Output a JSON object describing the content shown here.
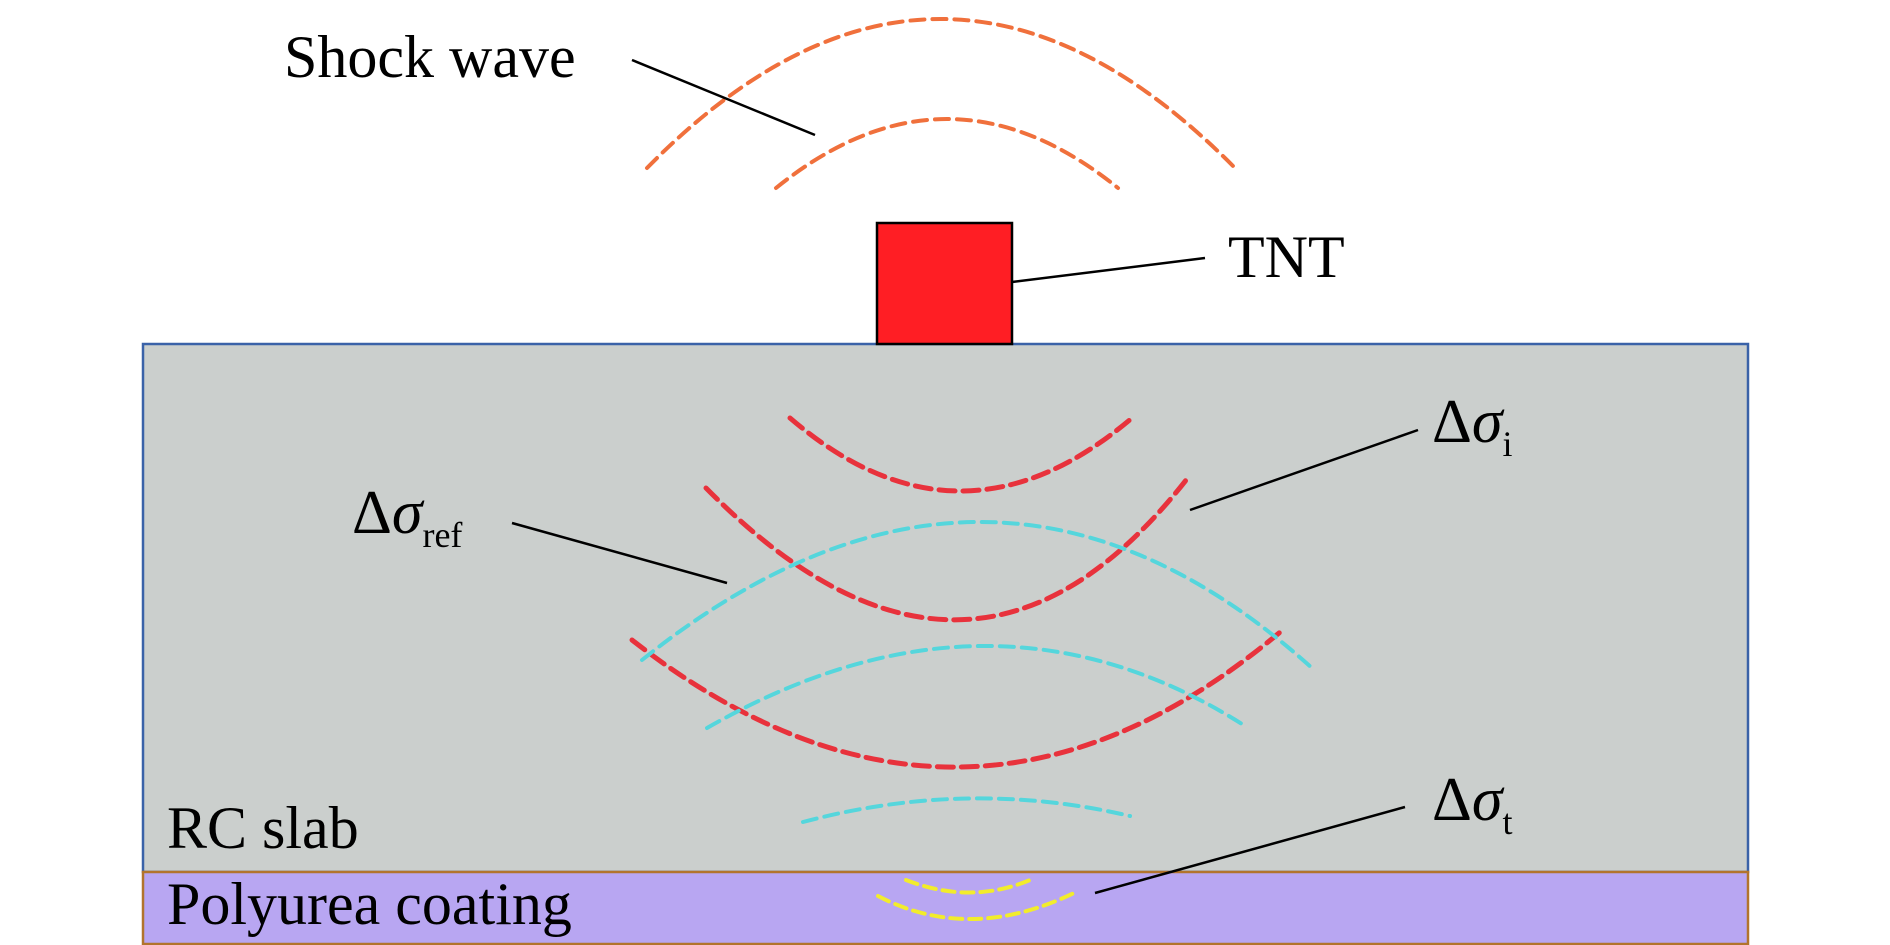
{
  "labels": {
    "shock_wave": "Shock wave",
    "tnt": "TNT",
    "delta_symbol": "Δ",
    "sigma_symbol": "σ",
    "incident_sub": "i",
    "reflected_sub": "ref",
    "transmitted_sub": "t",
    "rc_slab": "RC slab",
    "polyurea_coating": "Polyurea coating"
  },
  "colors": {
    "shock_wave": "#f0703c",
    "tnt_fill": "#ff1e24",
    "slab_fill": "#cbcfcd",
    "slab_border": "#3a62a8",
    "coating_fill": "#b8a6f2",
    "coating_border": "#b2742c",
    "incident_wave": "#e8323c",
    "reflected_wave": "#55d6dc",
    "transmitted_wave": "#f2ec2c",
    "leader_line": "#000000"
  }
}
